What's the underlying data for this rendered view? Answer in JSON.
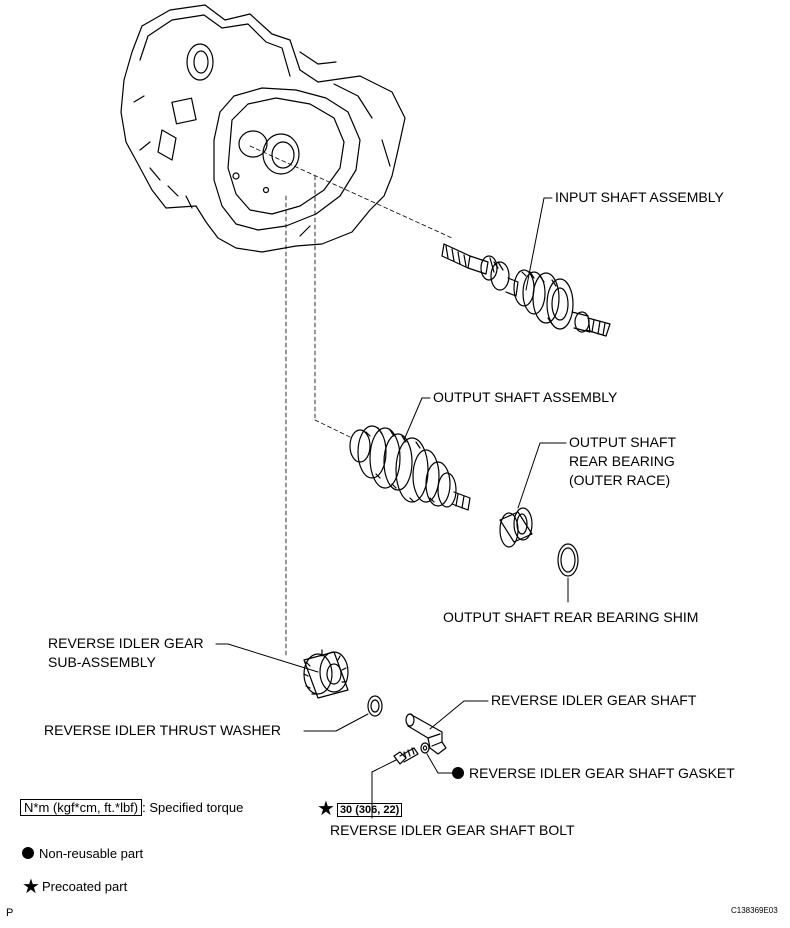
{
  "labels": {
    "input_shaft": "INPUT SHAFT ASSEMBLY",
    "output_shaft": "OUTPUT SHAFT ASSEMBLY",
    "output_bearing": [
      "OUTPUT SHAFT",
      "REAR BEARING",
      "(OUTER RACE)"
    ],
    "output_shim": "OUTPUT SHAFT REAR BEARING SHIM",
    "reverse_gear": [
      "REVERSE IDLER GEAR",
      "SUB-ASSEMBLY"
    ],
    "thrust_washer": "REVERSE IDLER THRUST WASHER",
    "gear_shaft": "REVERSE IDLER GEAR SHAFT",
    "shaft_gasket": "REVERSE IDLER GEAR SHAFT GASKET",
    "shaft_bolt": "REVERSE IDLER GEAR SHAFT BOLT"
  },
  "torque_value": "30 (306, 22)",
  "legend": {
    "torque_unit": "N*m (kgf*cm, ft.*lbf)",
    "torque_text": ": Specified torque",
    "nonreusable": "Non-reusable part",
    "precoated": "Precoated part"
  },
  "corner_left": "P",
  "figure_code": "C138369E03"
}
